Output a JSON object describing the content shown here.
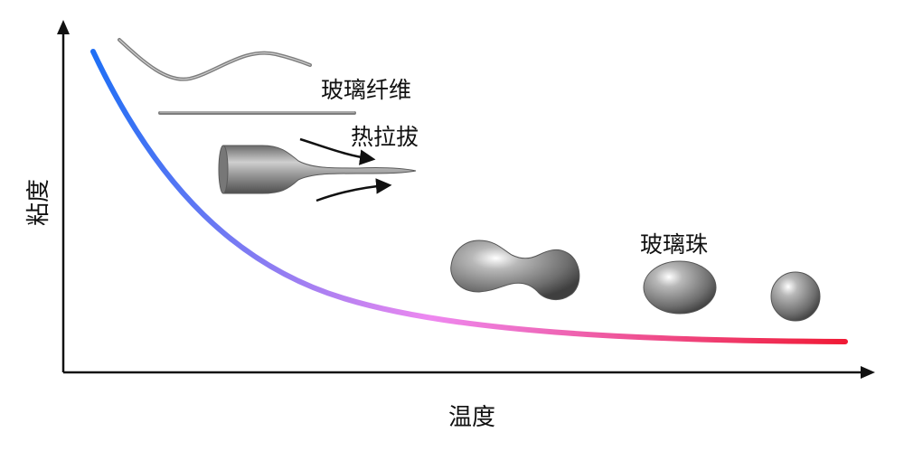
{
  "axes": {
    "x_label": "温度",
    "y_label": "粘度"
  },
  "labels": {
    "glass_fiber": "玻璃纤维",
    "hot_drawing": "热拉拔",
    "glass_bead": "玻璃珠"
  },
  "colors": {
    "curve_start": "#1e6ff5",
    "curve_mid": "#ee88f0",
    "curve_end": "#f01a35",
    "axis": "#111111",
    "glass": "#8c8c8c"
  }
}
